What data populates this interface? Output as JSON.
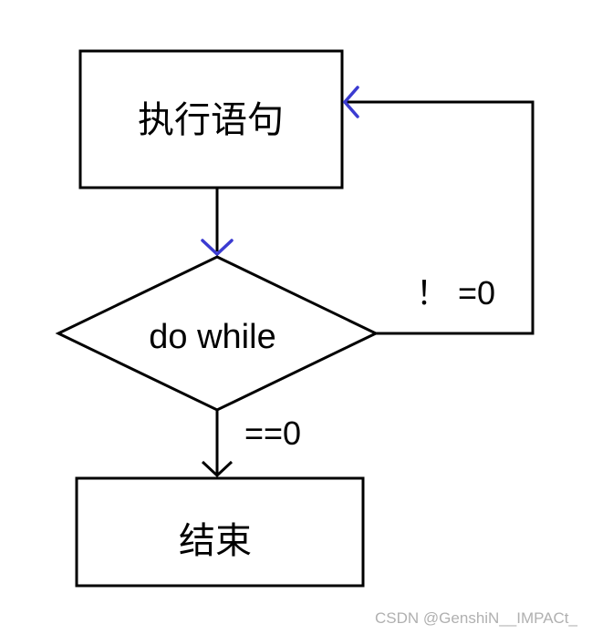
{
  "nodes": {
    "execute": {
      "label": "执行语句"
    },
    "condition": {
      "label": "do while"
    },
    "end": {
      "label": "结束"
    }
  },
  "edges": {
    "loop_back": {
      "label": "！ =0"
    },
    "exit": {
      "label": "==0"
    }
  },
  "watermark": "CSDN @GenshiN__IMPACt_",
  "colors": {
    "stroke": "#000000",
    "arrowhead": "#3b3bd1",
    "watermark": "#b0b0b0"
  }
}
